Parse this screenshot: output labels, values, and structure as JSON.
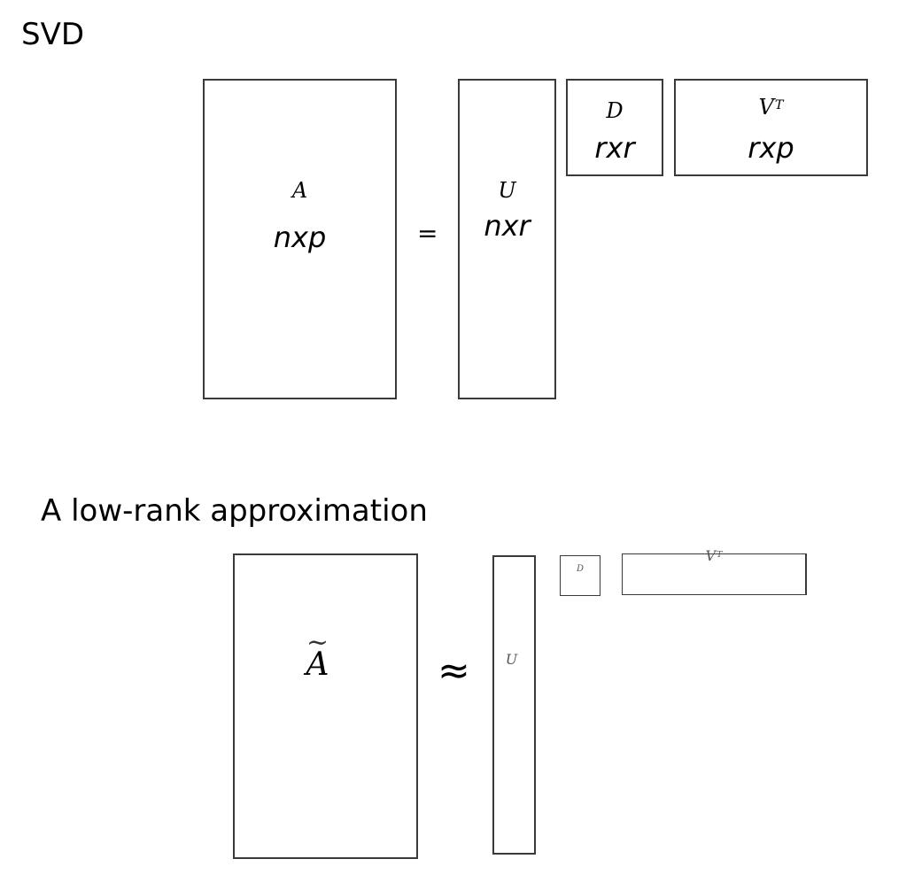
{
  "svd": {
    "heading": "SVD",
    "equals": "=",
    "A": {
      "symbol": "A",
      "dims": "nxp"
    },
    "U": {
      "symbol": "U",
      "dims": "nxr"
    },
    "D": {
      "symbol": "D",
      "dims": "rxr"
    },
    "VT": {
      "symbol": "V",
      "superscript": "T",
      "dims": "rxp"
    }
  },
  "approx": {
    "heading": "A low-rank approximation",
    "approx_sign": "≈",
    "A": {
      "symbol": "A",
      "tilde": "~"
    },
    "U": {
      "symbol": "U"
    },
    "D": {
      "symbol": "D"
    },
    "VT": {
      "symbol": "V",
      "superscript": "T"
    }
  }
}
